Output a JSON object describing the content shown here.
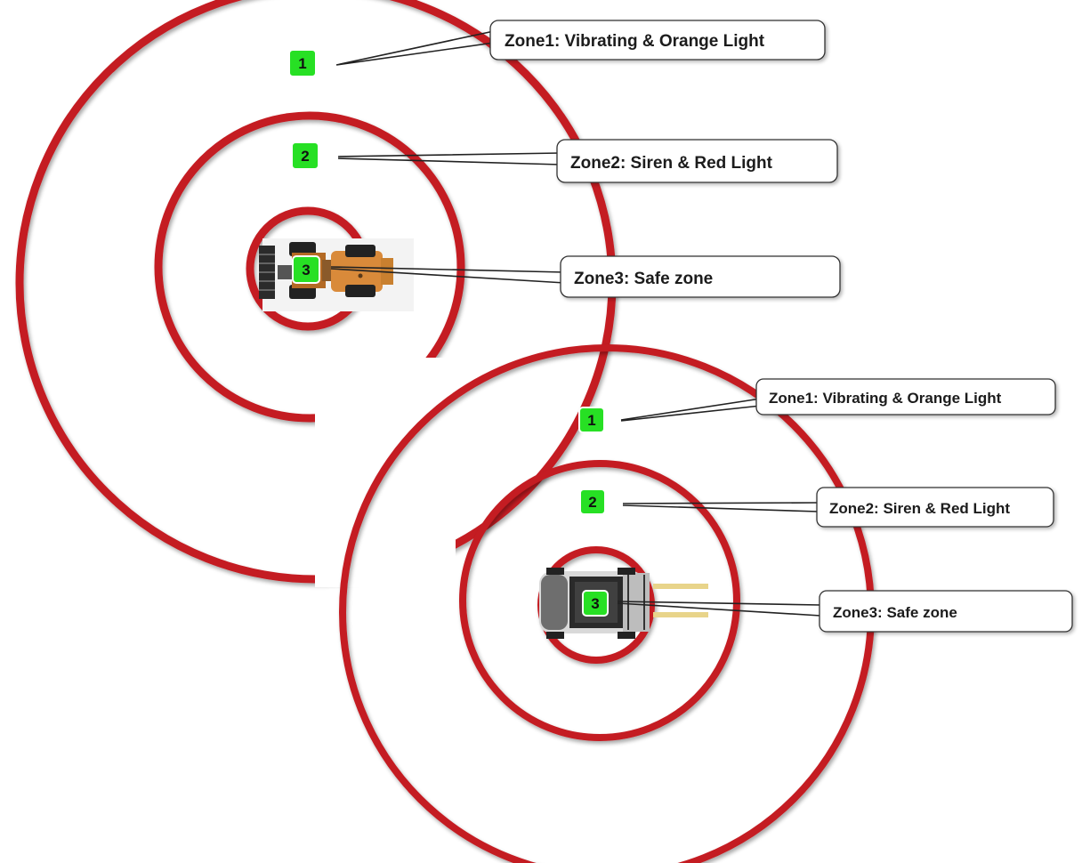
{
  "top_diagram": {
    "vehicle": "wheel-loader",
    "zones": [
      {
        "badge": "1",
        "label": "Zone1: Vibrating & Orange Light"
      },
      {
        "badge": "2",
        "label": "Zone2: Siren & Red Light"
      },
      {
        "badge": "3",
        "label": "Zone3: Safe zone"
      }
    ]
  },
  "bottom_diagram": {
    "vehicle": "forklift",
    "zones": [
      {
        "badge": "1",
        "label": "Zone1: Vibrating & Orange Light"
      },
      {
        "badge": "2",
        "label": "Zone2: Siren & Red Light"
      },
      {
        "badge": "3",
        "label": "Zone3: Safe zone"
      }
    ]
  },
  "colors": {
    "ring": "#c41a20",
    "badge": "#27e024",
    "loader_body": "#d98a3a",
    "forklift_body": "#d9d9d9",
    "forks": "#e8d48a"
  }
}
